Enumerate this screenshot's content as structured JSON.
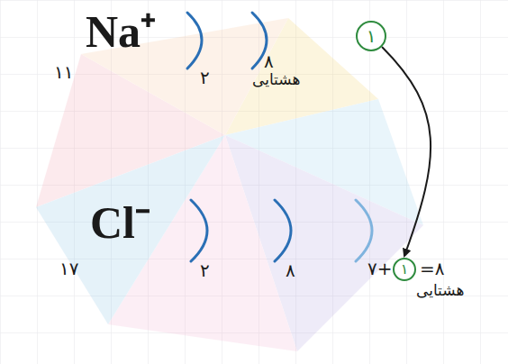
{
  "diagram": {
    "nodes": [
      {
        "text": [
          "۱"
        ]
      },
      {
        "text": [
          "۱"
        ]
      }
    ],
    "edges": [
      {
        "from": 0,
        "to": 1,
        "arrow": "to"
      }
    ],
    "labels": [
      "Na⁺",
      "۱۱",
      "۲",
      "۸",
      "هشتایی",
      "Cl⁻",
      "۱۷",
      "۲",
      "۸",
      "۷+",
      "=۸",
      "هشتایی"
    ]
  }
}
